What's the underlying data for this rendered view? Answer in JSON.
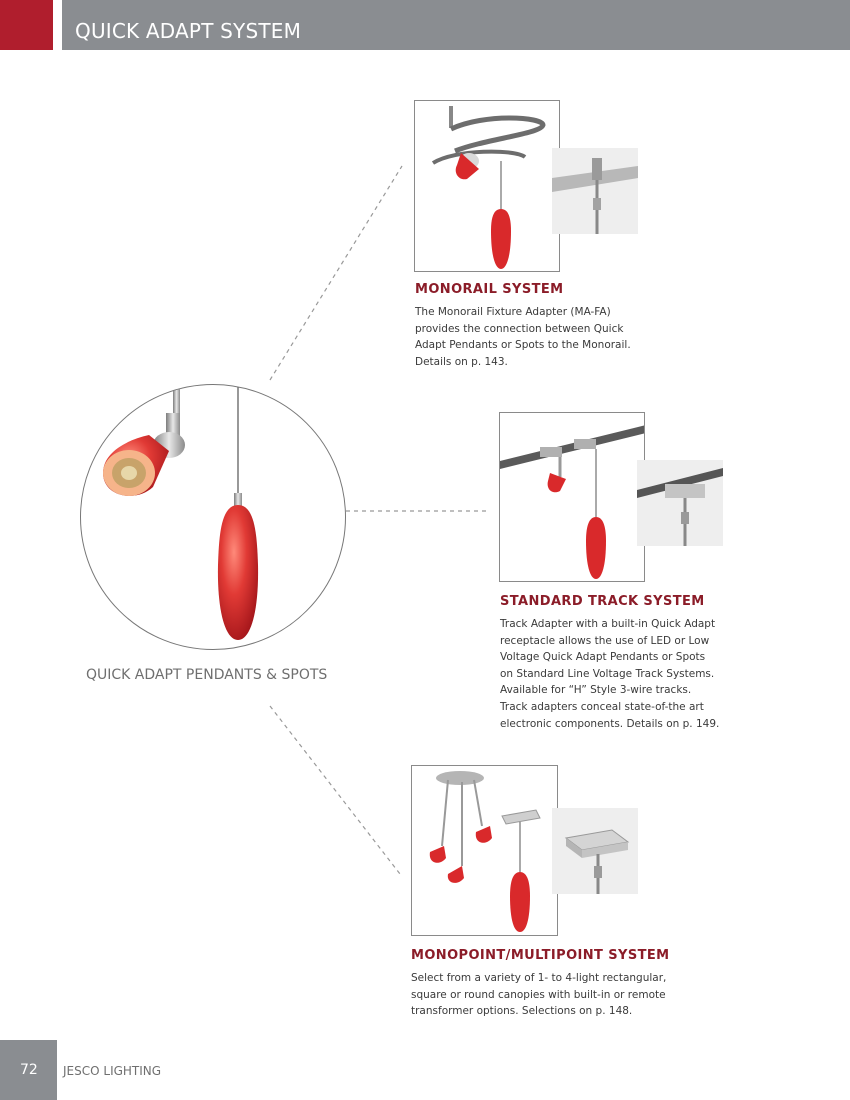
{
  "header": {
    "title": "QUICK ADAPT SYSTEM",
    "accent_color": "#b01e2d",
    "bar_color": "#8a8d91"
  },
  "hero": {
    "label": "QUICK ADAPT PENDANTS & SPOTS"
  },
  "sections": {
    "monorail": {
      "title": "MONORAIL SYSTEM",
      "lines": [
        "The Monorail Fixture Adapter (MA-FA)",
        "provides the connection between Quick",
        "Adapt Pendants or Spots to the Monorail.",
        "Details on p. 143."
      ]
    },
    "track": {
      "title": "STANDARD TRACK SYSTEM",
      "lines": [
        "Track Adapter with a built-in Quick Adapt",
        "receptacle allows the use of LED or Low",
        "Voltage Quick Adapt Pendants or Spots",
        "on Standard Line Voltage Track Systems.",
        "Available for “H” Style 3-wire tracks.",
        "Track adapters conceal state-of-the art",
        "electronic components. Details on p. 149."
      ]
    },
    "monopoint": {
      "title": "MONOPOINT/MULTIPOINT SYSTEM",
      "lines": [
        "Select from a variety of 1- to 4-light rectangular,",
        "square or round canopies with built-in or remote",
        "transformer options. Selections on p. 148."
      ]
    }
  },
  "footer": {
    "page_number": "72",
    "brand": "JESCO LIGHTING"
  },
  "colors": {
    "pendant_red": "#d9292b",
    "title_red": "#8b1c28"
  }
}
